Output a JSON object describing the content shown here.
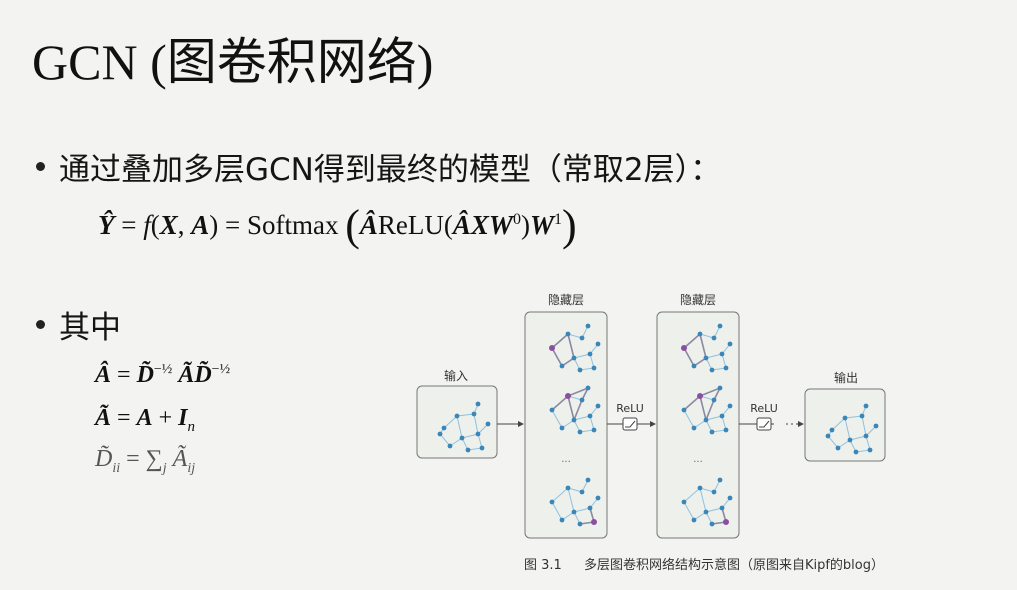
{
  "title": "GCN (图卷积网络)",
  "bullets": [
    {
      "text": "通过叠加多层GCN得到最终的模型（常取2层）："
    },
    {
      "text": "其中"
    }
  ],
  "formula_main": "Ŷ = f(X, A) = Softmax ( Â ReLU(Â X W⁰) W¹ )",
  "formulas": [
    "Â = D̃^(−1/2) Ã D̃^(−1/2)",
    "Ã = A + Iₙ",
    "D̃ᵢᵢ = ∑ⱼ Ãᵢⱼ"
  ],
  "diagram": {
    "input_label": "输入",
    "hidden_label_1": "隐藏层",
    "hidden_label_2": "隐藏层",
    "relu_label_1": "ReLU",
    "relu_label_2": "ReLU",
    "output_label": "输出",
    "dots": "...",
    "ellipsis": "···"
  },
  "caption": {
    "number": "图 3.1",
    "text": "多层图卷积网络结构示意图（原图来自Kipf的blog）"
  }
}
